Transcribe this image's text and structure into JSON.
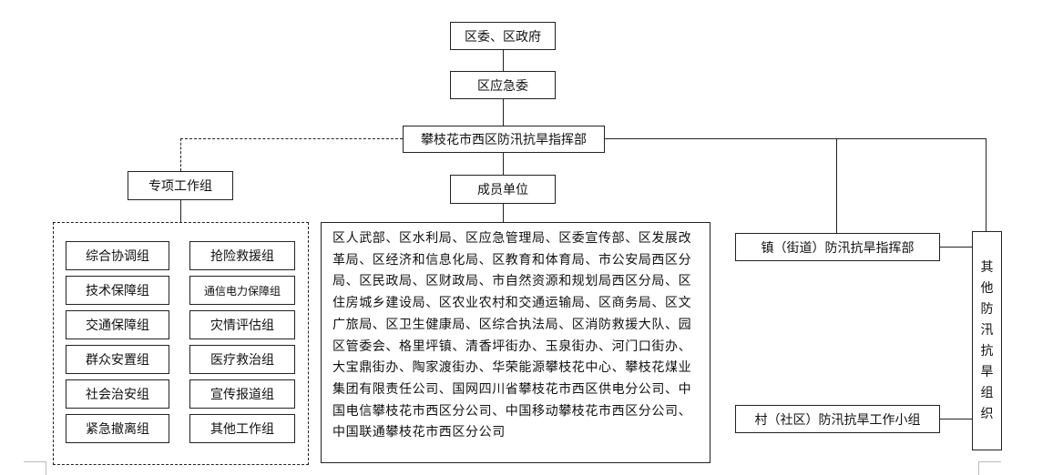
{
  "chart": {
    "top": "区委、区政府",
    "emergency": "区应急委",
    "hq": "攀枝花市西区防汛抗旱指挥部",
    "special_group": "专项工作组",
    "member_units_title": "成员单位",
    "member_units_text": "区人武部、区水利局、区应急管理局、区委宣传部、区发展改革局、区经济和信息化局、区教育和体育局、市公安局西区分局、区民政局、区财政局、市自然资源和规划局西区分局、区住房城乡建设局、区农业农村和交通运输局、区商务局、区文广旅局、区卫生健康局、区综合执法局、区消防救援大队、园区管委会、格里坪镇、清香坪街办、玉泉街办、河门口街办、大宝鼎街办、陶家渡街办、华荣能源攀枝花中心、攀枝花煤业集团有限责任公司、国网四川省攀枝花市西区供电分公司、中国电信攀枝花市西区分公司、中国移动攀枝花市西区分公司、中国联通攀枝花市西区分公司",
    "groups_left": [
      "综合协调组",
      "技术保障组",
      "交通保障组",
      "群众安置组",
      "社会治安组",
      "紧急撤离组"
    ],
    "groups_right": [
      "抢险救援组",
      "通信电力保障组",
      "灾情评估组",
      "医疗救治组",
      "宣传报道组",
      "其他工作组"
    ],
    "town_hq": "镇（街道）防汛抗旱指挥部",
    "village_group": "村（社区）防汛抗旱工作小组",
    "other_org": [
      "其",
      "他",
      "防",
      "汛",
      "抗",
      "旱",
      "组",
      "织"
    ]
  }
}
